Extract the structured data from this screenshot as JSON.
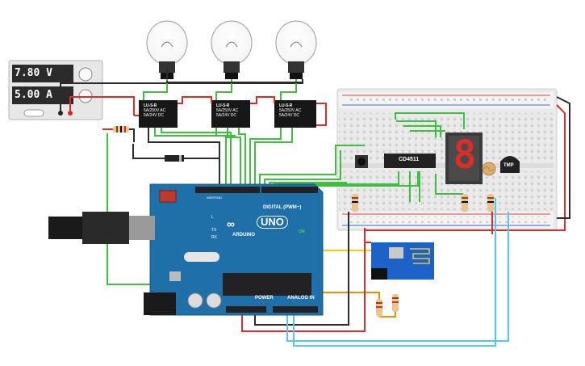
{
  "power_supply": {
    "voltage": "7.80 V",
    "current": "5.00 A"
  },
  "relays": [
    {
      "name": "LU-5-R",
      "spec1": "5A/250V AC",
      "spec2": "5A/24V DC"
    },
    {
      "name": "LU-5-R",
      "spec1": "5A/250V AC",
      "spec2": "5A/24V DC"
    },
    {
      "name": "LU-5-R",
      "spec1": "5A/250V AC",
      "spec2": "5A/24V DC"
    }
  ],
  "ic_label": "CD4511",
  "seven_segment_digit": "8",
  "temp_sensor_label": "TMP",
  "arduino": {
    "uno": "UNO",
    "brand": "ARDUINO",
    "digital": "DIGITAL (PWM~)",
    "power": "POWER",
    "analog": "ANALOG IN",
    "on": "ON",
    "tx": "TX",
    "rx": "RX",
    "l": "L",
    "aref": "AREF",
    "gnd": "GND"
  },
  "colors": {
    "wire_green": "#3fbf3f",
    "wire_red": "#d62d2d",
    "wire_black": "#2b2b2b",
    "wire_yellow": "#f2d000",
    "wire_orange": "#f08c00",
    "wire_cyan": "#55c8e6",
    "arduino_blue": "#1f6fa8",
    "esp_blue": "#1d62c9"
  }
}
